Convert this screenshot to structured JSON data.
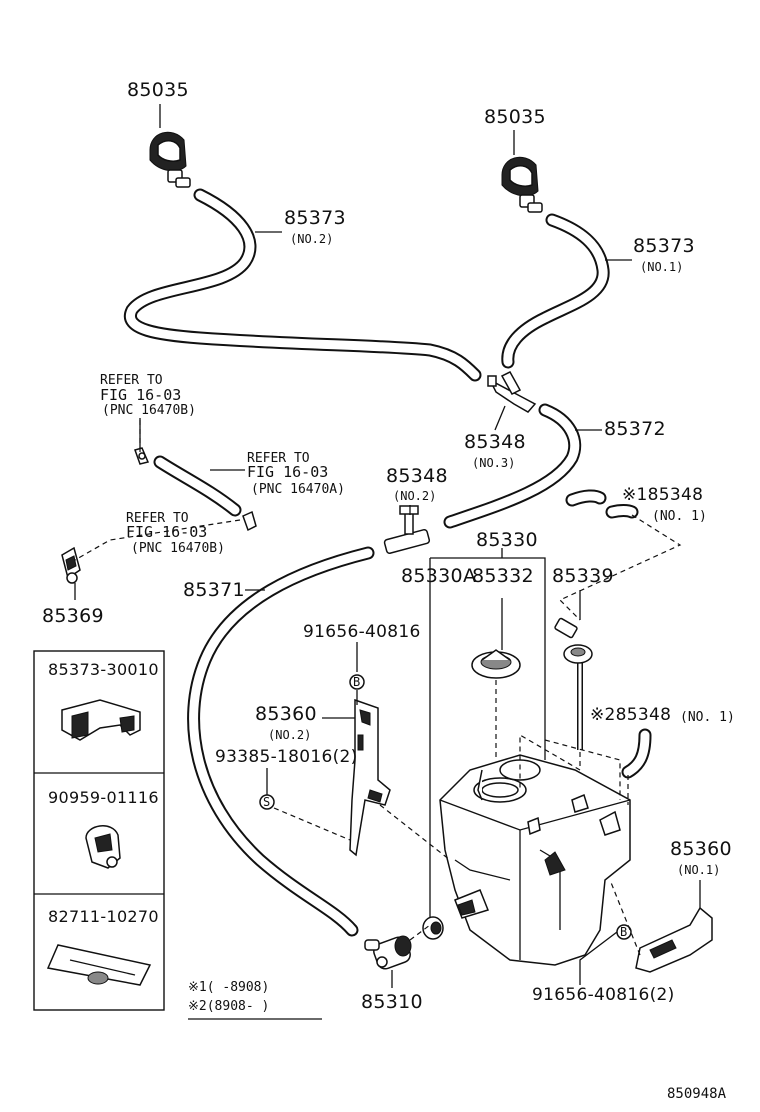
{
  "labels": {
    "nozzle_left": "85035",
    "nozzle_right": "85035",
    "hose_no2": "85373",
    "hose_no2_sub": "(NO.2)",
    "hose_no1": "85373",
    "hose_no1_sub": "(NO.1)",
    "hose_85372": "85372",
    "joint_no3": "85348",
    "joint_no3_sub": "(NO.3)",
    "joint_no2": "85348",
    "joint_no2_sub": "(NO.2)",
    "hose_85371": "85371",
    "clamp_85369": "85369",
    "joint_x1": "※185348",
    "joint_x1_sub": "(NO. 1)",
    "tank_85330": "85330",
    "grommet_85330a": "85330A",
    "cap_85332": "85332",
    "hose_85339": "85339",
    "joint_x2": "※285348",
    "joint_x2_sub": "(NO. 1)",
    "bolt_top": "91656-40816",
    "bracket_no2": "85360",
    "bracket_no2_sub": "(NO.2)",
    "screw": "93385-18016(2)",
    "bracket_no1": "85360",
    "bracket_no1_sub": "(NO.1)",
    "bolt_bottom": "91656-40816(2)",
    "motor": "85310",
    "diagram_code": "850948A"
  },
  "refs": {
    "ref1": {
      "l1": "REFER TO",
      "l2": "FIG 16-03",
      "l3": "(PNC 16470B)"
    },
    "ref2": {
      "l1": "REFER TO",
      "l2": "FIG 16-03",
      "l3": "(PNC 16470A)"
    },
    "ref3": {
      "l1": "REFER TO",
      "l2": "FIG 16-03",
      "l3": "(PNC 16470B)"
    }
  },
  "side_boxes": [
    {
      "part": "85373-30010"
    },
    {
      "part": "90959-01116"
    },
    {
      "part": "82711-10270"
    }
  ],
  "notes": {
    "n1": "※1(    -8908)",
    "n2": "※2(8908-     )"
  },
  "markers": {
    "b": "B",
    "s": "S"
  }
}
